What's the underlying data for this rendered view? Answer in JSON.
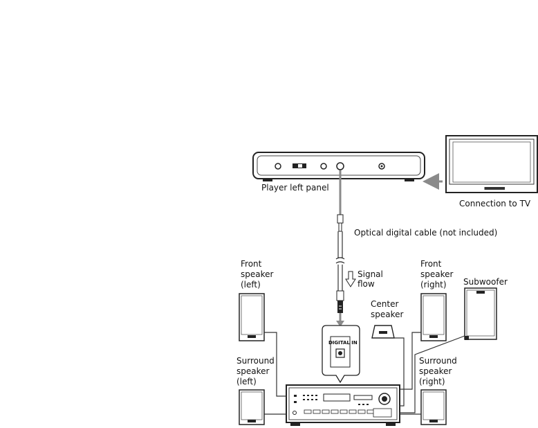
{
  "labels": {
    "player_left_panel": "Player left panel",
    "connection_to_tv": "Connection to TV",
    "optical_cable": "Optical digital cable (not included)",
    "signal_flow_1": "Signal",
    "signal_flow_2": "flow",
    "digital_in": "DIGITAL IN",
    "front_left": [
      "Front",
      "speaker",
      "(left)"
    ],
    "front_right": [
      "Front",
      "speaker",
      "(right)"
    ],
    "center": [
      "Center",
      "speaker"
    ],
    "subwoofer": "Subwoofer",
    "surround_left": [
      "Surround",
      "speaker",
      "(left)"
    ],
    "surround_right": [
      "Surround",
      "speaker",
      "(right)"
    ]
  }
}
